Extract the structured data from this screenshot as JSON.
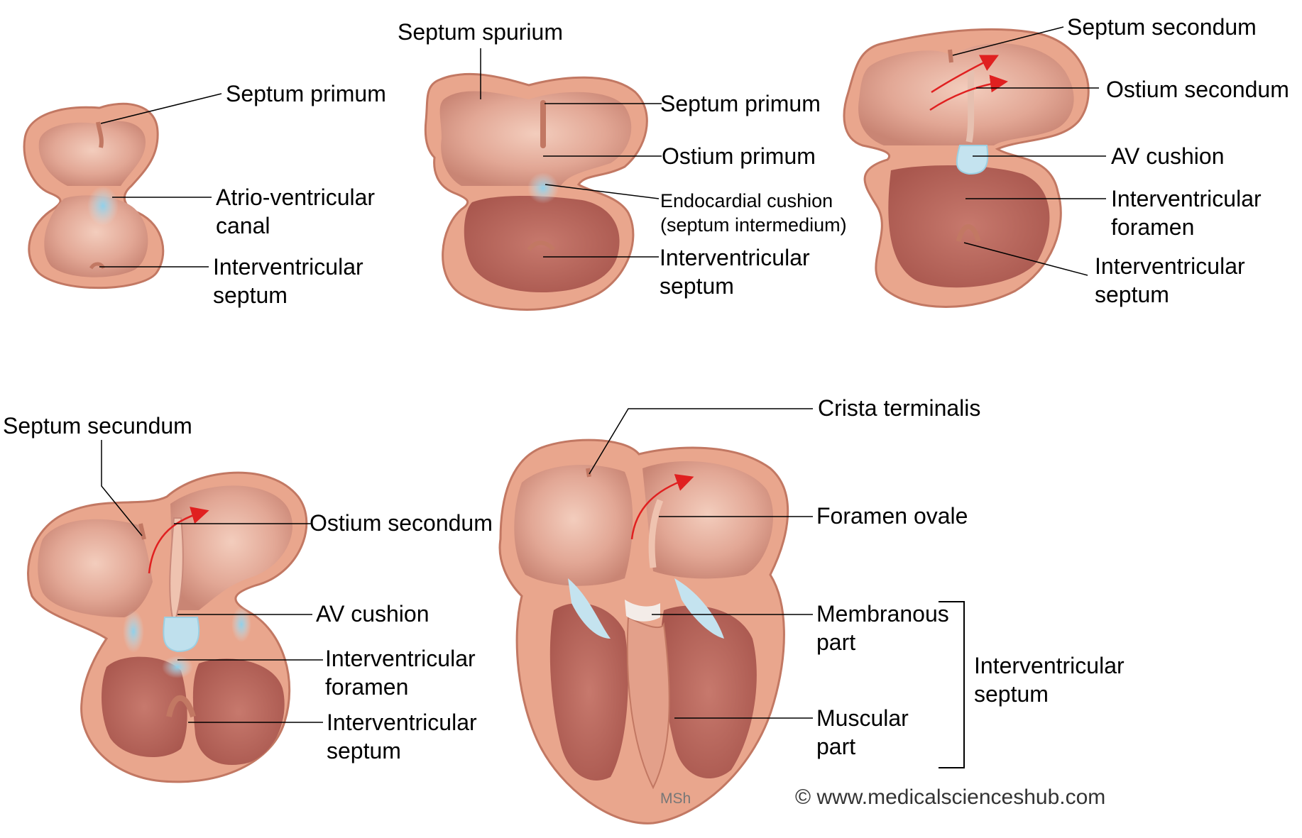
{
  "panel_a": {
    "septum_primum": "Septum primum",
    "av_canal_line1": "Atrio-ventricular",
    "av_canal_line2": "canal",
    "iv_septum_line1": "Interventricular",
    "iv_septum_line2": "septum"
  },
  "panel_b": {
    "septum_spurium": "Septum spurium",
    "septum_primum": "Septum primum",
    "ostium_primum": "Ostium primum",
    "endocardial_line1": "Endocardial cushion",
    "endocardial_line2": "(septum intermedium)",
    "iv_septum_line1": "Interventricular",
    "iv_septum_line2": "septum"
  },
  "panel_c": {
    "septum_secondum": "Septum secondum",
    "ostium_secondum": "Ostium secondum",
    "av_cushion": "AV cushion",
    "iv_foramen_line1": "Interventricular",
    "iv_foramen_line2": "foramen",
    "iv_septum_line1": "Interventricular",
    "iv_septum_line2": "septum"
  },
  "panel_d": {
    "septum_secundum": "Septum secundum",
    "ostium_secondum": "Ostium secondum",
    "av_cushion": "AV cushion",
    "iv_foramen_line1": "Interventricular",
    "iv_foramen_line2": "foramen",
    "iv_septum_line1": "Interventricular",
    "iv_septum_line2": "septum"
  },
  "panel_e": {
    "crista_terminalis": "Crista terminalis",
    "foramen_ovale": "Foramen ovale",
    "membranous_line1": "Membranous",
    "membranous_line2": "part",
    "muscular_line1": "Muscular",
    "muscular_line2": "part",
    "iv_septum_line1": "Interventricular",
    "iv_septum_line2": "septum",
    "signature": "MSh"
  },
  "copyright": "© www.medicalscienceshub.com",
  "colors": {
    "wall": "#e8a58c",
    "wall_edge": "#c27863",
    "cavity": "#dc9d8c",
    "cavity_light": "#f0c6b4",
    "cushion": "#a9d7e8",
    "arrow": "#e02020",
    "leader": "#000000"
  }
}
